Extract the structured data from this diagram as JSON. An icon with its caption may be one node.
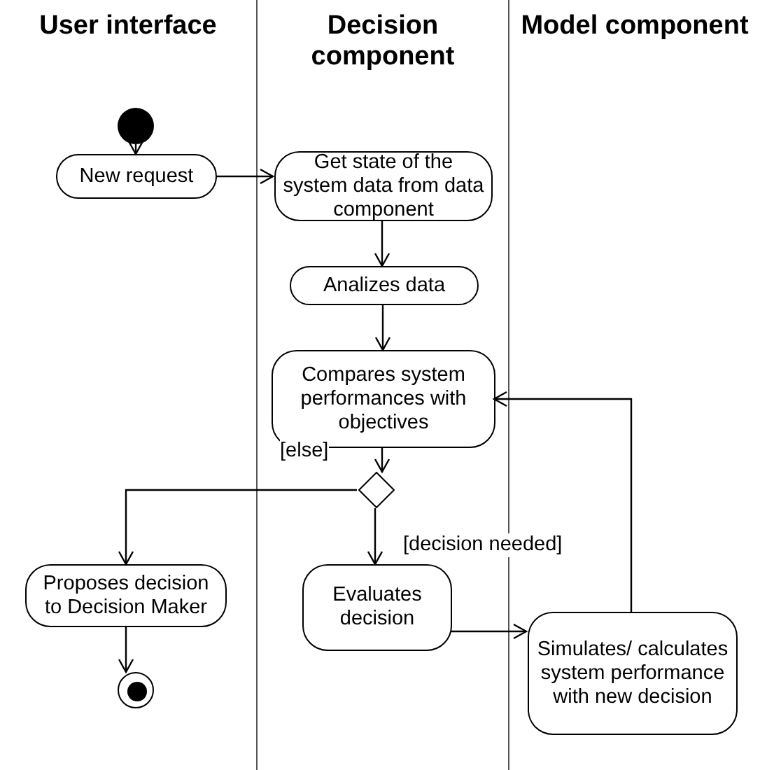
{
  "diagram": {
    "nodes": [
      {
        "text": [
          "User interface"
        ]
      },
      {
        "text": [
          "Decision component"
        ]
      },
      {
        "text": [
          "Model component"
        ]
      },
      {
        "text": [],
        "shape": "circle",
        "in": 0
      },
      {
        "text": [
          "New request"
        ],
        "in": 0
      },
      {
        "text": [
          "Get state of the system data from data component"
        ],
        "in": 1
      },
      {
        "text": [
          "Analizes data"
        ],
        "in": 1
      },
      {
        "text": [
          "Compares system performances with objectives"
        ],
        "in": 1
      },
      {
        "text": [],
        "shape": "diamond",
        "in": 1
      },
      {
        "text": [
          "Proposes decision to Decision Maker"
        ],
        "in": 0
      },
      {
        "text": [],
        "shape": "bullseye",
        "in": 0
      },
      {
        "text": [
          "Evaluates decision"
        ],
        "in": 1
      },
      {
        "text": [
          "Simulates/ calculates system performance with new decision"
        ],
        "in": 2
      }
    ],
    "edges": [
      {
        "from": 3,
        "to": 4,
        "arrow": "to"
      },
      {
        "from": 4,
        "to": 5,
        "arrow": "to"
      },
      {
        "from": 5,
        "to": 6,
        "arrow": "to"
      },
      {
        "from": 6,
        "to": 7,
        "arrow": "to"
      },
      {
        "from": 7,
        "to": 8,
        "arrow": "to"
      },
      {
        "from": 8,
        "to": 9,
        "arrow": "to",
        "label": "[else]"
      },
      {
        "from": 8,
        "to": 11,
        "arrow": "to",
        "label": "[decision needed]"
      },
      {
        "from": 11,
        "to": 12,
        "arrow": "to"
      },
      {
        "from": 12,
        "to": 7,
        "arrow": "to"
      },
      {
        "from": 9,
        "to": 10,
        "arrow": "to"
      }
    ]
  }
}
